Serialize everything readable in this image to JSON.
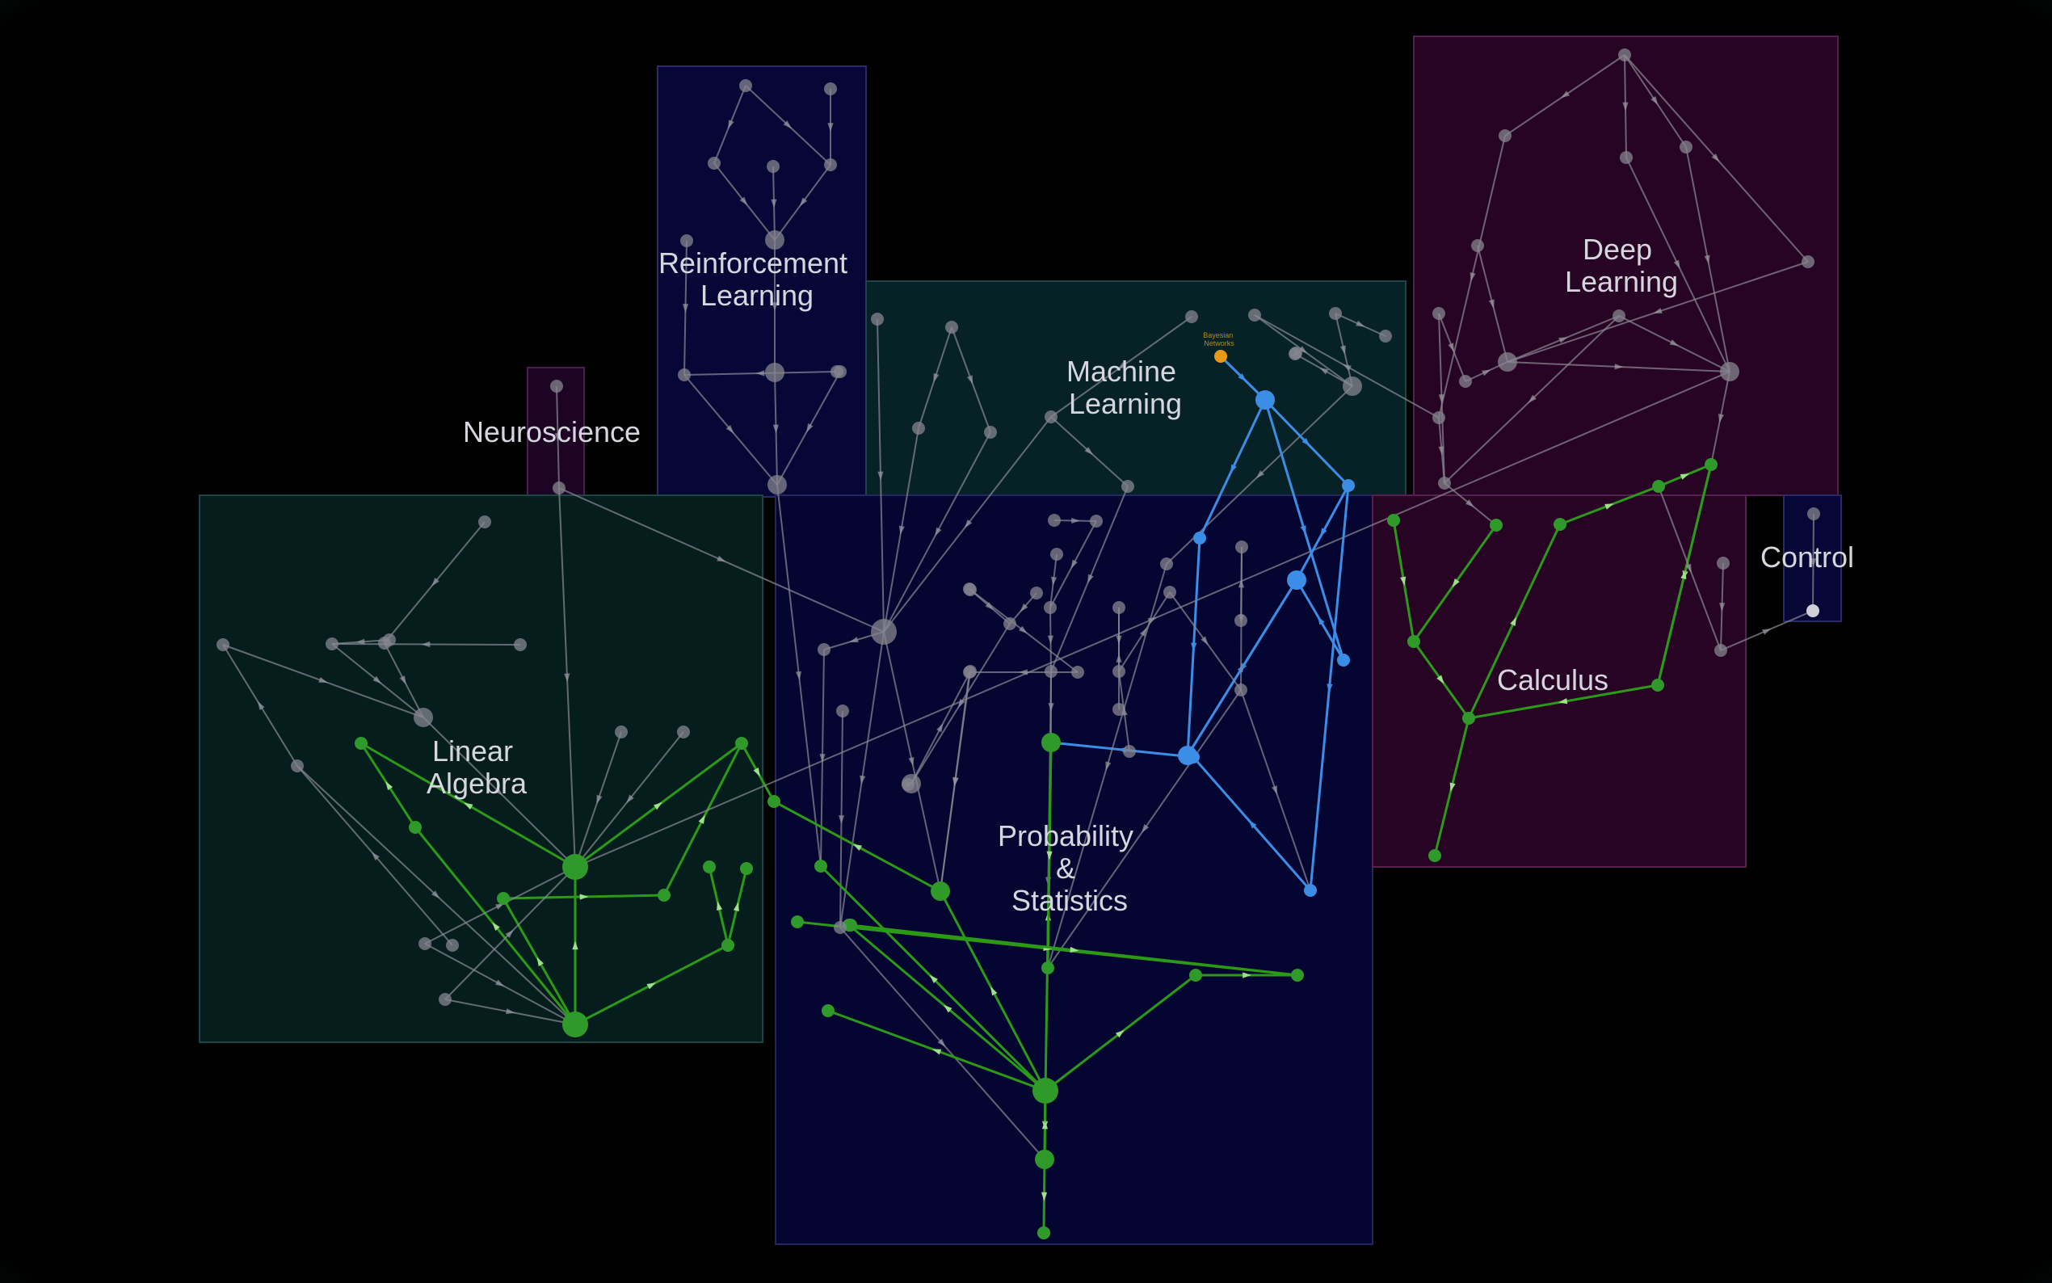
{
  "colors": {
    "background": "#000000",
    "grey_edge": "#8c8c96",
    "grey_node": "#85858f",
    "green": "#2b9a17",
    "green_node": "#2f9a2a",
    "blue": "#3b8de6",
    "orange": "#e79a17"
  },
  "regions": [
    {
      "id": "reinforcement-learning",
      "label": [
        "Reinforcement",
        "Learning"
      ],
      "fill": "#07073a",
      "stroke": "#2a2a6a"
    },
    {
      "id": "machine-learning",
      "label": [
        "Machine",
        "Learning"
      ],
      "fill": "#062429",
      "stroke": "#1d4548"
    },
    {
      "id": "deep-learning",
      "label": [
        "Deep",
        "Learning"
      ],
      "fill": "#2a0426",
      "stroke": "#552050"
    },
    {
      "id": "neuroscience",
      "label": [
        "Neuroscience"
      ],
      "fill": "#1f0427",
      "stroke": "#4a2050"
    },
    {
      "id": "linear-algebra",
      "label": [
        "Linear",
        "Algebra"
      ],
      "fill": "#05201f",
      "stroke": "#1d4545"
    },
    {
      "id": "probability-statistics",
      "label": [
        "Probability",
        "&",
        "Statistics"
      ],
      "fill": "#050534",
      "stroke": "#25255f"
    },
    {
      "id": "calculus",
      "label": [
        "Calculus"
      ],
      "fill": "#2a0426",
      "stroke": "#552050"
    },
    {
      "id": "control",
      "label": [
        "Control"
      ],
      "fill": "#07073a",
      "stroke": "#2a2a6a"
    }
  ],
  "highlight_node_label": [
    "Bayesian",
    "Networks"
  ],
  "graph": {
    "nodes": [
      {
        "id": "la_root",
        "c": "g",
        "s": 3
      },
      {
        "id": "la_hub",
        "c": "g",
        "s": 3
      },
      {
        "id": "la_g1",
        "c": "g"
      },
      {
        "id": "la_g2",
        "c": "g"
      },
      {
        "id": "la_g3",
        "c": "g"
      },
      {
        "id": "la_g4",
        "c": "g"
      },
      {
        "id": "la_g5",
        "c": "g"
      },
      {
        "id": "la_g6",
        "c": "g"
      },
      {
        "id": "la_g7",
        "c": "g"
      },
      {
        "id": "la_g8",
        "c": "g"
      },
      {
        "id": "la_x1",
        "c": "x"
      },
      {
        "id": "la_x2",
        "c": "x"
      },
      {
        "id": "la_x3",
        "c": "x"
      },
      {
        "id": "la_x4",
        "c": "x",
        "s": 2
      },
      {
        "id": "la_x5",
        "c": "x"
      },
      {
        "id": "la_x6",
        "c": "x"
      },
      {
        "id": "la_x7",
        "c": "x"
      },
      {
        "id": "la_x8",
        "c": "x"
      },
      {
        "id": "la_x9",
        "c": "x"
      },
      {
        "id": "la_x10",
        "c": "x"
      },
      {
        "id": "la_x11",
        "c": "x"
      },
      {
        "id": "la_x12",
        "c": "x"
      },
      {
        "id": "la_x13",
        "c": "x"
      },
      {
        "id": "ne_1",
        "c": "x"
      },
      {
        "id": "ne_2",
        "c": "x"
      },
      {
        "id": "rl_1",
        "c": "x"
      },
      {
        "id": "rl_2",
        "c": "x"
      },
      {
        "id": "rl_3",
        "c": "x"
      },
      {
        "id": "rl_4",
        "c": "x"
      },
      {
        "id": "rl_5",
        "c": "x"
      },
      {
        "id": "rl_6",
        "c": "x",
        "s": 2
      },
      {
        "id": "rl_7",
        "c": "x"
      },
      {
        "id": "rl_8",
        "c": "x"
      },
      {
        "id": "rl_9",
        "c": "x",
        "s": 2
      },
      {
        "id": "rl_10",
        "c": "x"
      },
      {
        "id": "rl_11",
        "c": "x"
      },
      {
        "id": "rl_12",
        "c": "x",
        "s": 2
      },
      {
        "id": "ml_1",
        "c": "x"
      },
      {
        "id": "ml_2",
        "c": "x"
      },
      {
        "id": "ml_3",
        "c": "x"
      },
      {
        "id": "ml_4",
        "c": "x"
      },
      {
        "id": "ml_5",
        "c": "x"
      },
      {
        "id": "ml_6",
        "c": "x"
      },
      {
        "id": "ml_7",
        "c": "x"
      },
      {
        "id": "ml_8",
        "c": "x"
      },
      {
        "id": "ml_9",
        "c": "x"
      },
      {
        "id": "ml_10",
        "c": "x",
        "s": 2
      },
      {
        "id": "ml_11",
        "c": "x"
      },
      {
        "id": "ml_12",
        "c": "x"
      },
      {
        "id": "ml_13",
        "c": "x"
      },
      {
        "id": "bayes",
        "c": "o"
      },
      {
        "id": "b_1",
        "c": "b",
        "s": 2
      },
      {
        "id": "b_2",
        "c": "b"
      },
      {
        "id": "b_3",
        "c": "b"
      },
      {
        "id": "b_4",
        "c": "b"
      },
      {
        "id": "b_5",
        "c": "b",
        "s": 2
      },
      {
        "id": "b_6",
        "c": "b"
      },
      {
        "id": "b_7",
        "c": "b",
        "s": 2
      },
      {
        "id": "b_8",
        "c": "b"
      },
      {
        "id": "ps_hub",
        "c": "x",
        "s": 3
      },
      {
        "id": "ps_root",
        "c": "g",
        "s": 3
      },
      {
        "id": "ps_g1",
        "c": "g"
      },
      {
        "id": "ps_g2",
        "c": "g"
      },
      {
        "id": "ps_g3",
        "c": "g",
        "s": 2
      },
      {
        "id": "ps_g4",
        "c": "g",
        "s": 2
      },
      {
        "id": "ps_g5",
        "c": "g"
      },
      {
        "id": "ps_g6",
        "c": "g"
      },
      {
        "id": "ps_g7",
        "c": "g"
      },
      {
        "id": "ps_g8",
        "c": "g",
        "s": 2
      },
      {
        "id": "ps_g9",
        "c": "g"
      },
      {
        "id": "ps_g10",
        "c": "g"
      },
      {
        "id": "ps_g11",
        "c": "g"
      },
      {
        "id": "ps_g12",
        "c": "g"
      },
      {
        "id": "ps_g13",
        "c": "g"
      },
      {
        "id": "ps_g14",
        "c": "g"
      },
      {
        "id": "ps_x1",
        "c": "x"
      },
      {
        "id": "ps_x2",
        "c": "x"
      },
      {
        "id": "ps_x3",
        "c": "x"
      },
      {
        "id": "ps_x4",
        "c": "x",
        "s": 2
      },
      {
        "id": "ps_x5",
        "c": "x"
      },
      {
        "id": "ps_x6",
        "c": "x"
      },
      {
        "id": "ps_x7",
        "c": "x"
      },
      {
        "id": "ps_x8",
        "c": "x"
      },
      {
        "id": "ps_x9",
        "c": "x"
      },
      {
        "id": "ps_x10",
        "c": "x"
      },
      {
        "id": "ps_x11",
        "c": "x"
      },
      {
        "id": "ps_x12",
        "c": "x"
      },
      {
        "id": "ps_x13",
        "c": "x"
      },
      {
        "id": "ps_x14",
        "c": "x"
      },
      {
        "id": "ps_x15",
        "c": "x"
      },
      {
        "id": "ps_x16",
        "c": "x"
      },
      {
        "id": "ps_x17",
        "c": "x"
      },
      {
        "id": "ps_x18",
        "c": "x"
      },
      {
        "id": "ps_x19",
        "c": "x"
      },
      {
        "id": "ps_x20",
        "c": "x"
      },
      {
        "id": "ps_x21",
        "c": "x"
      },
      {
        "id": "ps_x22",
        "c": "x"
      },
      {
        "id": "ps_x23",
        "c": "x"
      },
      {
        "id": "ps_x24",
        "c": "x"
      },
      {
        "id": "ps_x25",
        "c": "x"
      },
      {
        "id": "ps_x26",
        "c": "x"
      },
      {
        "id": "dl_1",
        "c": "x"
      },
      {
        "id": "dl_2",
        "c": "x"
      },
      {
        "id": "dl_3",
        "c": "x"
      },
      {
        "id": "dl_4",
        "c": "x"
      },
      {
        "id": "dl_5",
        "c": "x"
      },
      {
        "id": "dl_6",
        "c": "x"
      },
      {
        "id": "dl_7",
        "c": "x"
      },
      {
        "id": "dl_8",
        "c": "x"
      },
      {
        "id": "dl_9",
        "c": "x",
        "s": 2
      },
      {
        "id": "dl_10",
        "c": "x"
      },
      {
        "id": "dl_11",
        "c": "x",
        "s": 2
      },
      {
        "id": "dl_12",
        "c": "x"
      },
      {
        "id": "dl_13",
        "c": "x"
      },
      {
        "id": "ca_1",
        "c": "g"
      },
      {
        "id": "ca_2",
        "c": "g"
      },
      {
        "id": "ca_3",
        "c": "g"
      },
      {
        "id": "ca_4",
        "c": "g"
      },
      {
        "id": "ca_5",
        "c": "g"
      },
      {
        "id": "ca_6",
        "c": "g"
      },
      {
        "id": "ca_7",
        "c": "g"
      },
      {
        "id": "ca_8",
        "c": "g"
      },
      {
        "id": "ca_9",
        "c": "g"
      },
      {
        "id": "ca_x1",
        "c": "x"
      },
      {
        "id": "ca_x2",
        "c": "x"
      },
      {
        "id": "co_1",
        "c": "x"
      },
      {
        "id": "co_2",
        "c": "w"
      }
    ],
    "edges": [
      [
        "la_root",
        "la_hub",
        "g"
      ],
      [
        "la_root",
        "la_g2",
        "g"
      ],
      [
        "la_g2",
        "la_g1",
        "g"
      ],
      [
        "la_root",
        "la_g3",
        "g"
      ],
      [
        "la_g3",
        "la_g4",
        "g"
      ],
      [
        "la_g4",
        "la_g5",
        "g"
      ],
      [
        "la_root",
        "la_g6",
        "g"
      ],
      [
        "la_g6",
        "la_g7",
        "g"
      ],
      [
        "la_g6",
        "la_g8",
        "g"
      ],
      [
        "la_hub",
        "la_g1",
        "g"
      ],
      [
        "la_hub",
        "la_g5",
        "g"
      ],
      [
        "la_g5",
        "ps_g2",
        "g"
      ],
      [
        "la_x5",
        "la_hub",
        "x"
      ],
      [
        "la_x6",
        "la_hub",
        "x"
      ],
      [
        "la_x11",
        "la_hub",
        "x"
      ],
      [
        "la_x12",
        "la_hub",
        "x"
      ],
      [
        "ne_2",
        "la_hub",
        "x"
      ],
      [
        "la_x7",
        "la_x4",
        "x"
      ],
      [
        "la_x8",
        "la_x4",
        "x"
      ],
      [
        "la_x4",
        "la_hub",
        "x"
      ],
      [
        "la_x1",
        "la_x4",
        "x"
      ],
      [
        "la_x2",
        "la_x1",
        "x"
      ],
      [
        "la_x3",
        "la_x8",
        "x"
      ],
      [
        "la_x9",
        "la_x8",
        "x"
      ],
      [
        "la_x10",
        "la_x7",
        "x"
      ],
      [
        "la_x13",
        "la_x10",
        "x"
      ],
      [
        "la_x10",
        "la_root",
        "x"
      ],
      [
        "la_x5",
        "la_root",
        "x"
      ],
      [
        "la_x6",
        "la_root",
        "x"
      ],
      [
        "ne_1",
        "ne_2",
        "x"
      ],
      [
        "ne_2",
        "ps_hub",
        "x"
      ],
      [
        "la_hub",
        "dl_11",
        "x"
      ],
      [
        "rl_1",
        "rl_3",
        "x"
      ],
      [
        "rl_2",
        "rl_4",
        "x"
      ],
      [
        "rl_1",
        "rl_4",
        "x"
      ],
      [
        "rl_3",
        "rl_6",
        "x"
      ],
      [
        "rl_4",
        "rl_6",
        "x"
      ],
      [
        "rl_5",
        "rl_6",
        "x"
      ],
      [
        "rl_6",
        "rl_9",
        "x"
      ],
      [
        "rl_9",
        "rl_12",
        "x"
      ],
      [
        "rl_7",
        "rl_10",
        "x"
      ],
      [
        "rl_10",
        "rl_12",
        "x"
      ],
      [
        "rl_8",
        "rl_10",
        "x"
      ],
      [
        "rl_11",
        "rl_12",
        "x"
      ],
      [
        "rl_12",
        "ps_g1",
        "x"
      ],
      [
        "ml_1",
        "ps_hub",
        "x"
      ],
      [
        "ml_2",
        "ml_3",
        "x"
      ],
      [
        "ml_3",
        "ps_hub",
        "x"
      ],
      [
        "ml_2",
        "ml_4",
        "x"
      ],
      [
        "ml_4",
        "ps_hub",
        "x"
      ],
      [
        "ml_5",
        "ps_hub",
        "x"
      ],
      [
        "ml_6",
        "ml_5",
        "x"
      ],
      [
        "ml_5",
        "ml_7",
        "x"
      ],
      [
        "ml_7",
        "ps_x14",
        "x"
      ],
      [
        "ml_8",
        "ml_9",
        "x"
      ],
      [
        "ml_8",
        "ml_10",
        "x"
      ],
      [
        "ml_10",
        "ml_11",
        "x"
      ],
      [
        "ml_12",
        "ml_10",
        "x"
      ],
      [
        "ml_13",
        "ml_11",
        "x"
      ],
      [
        "ml_10",
        "ps_x23",
        "x"
      ],
      [
        "bayes",
        "b_1",
        "b"
      ],
      [
        "b_1",
        "b_2",
        "b"
      ],
      [
        "b_1",
        "b_6",
        "b"
      ],
      [
        "b_1",
        "b_4",
        "b"
      ],
      [
        "b_4",
        "b_5",
        "b"
      ],
      [
        "b_4",
        "b_8",
        "b"
      ],
      [
        "b_8",
        "b_3",
        "b"
      ],
      [
        "b_2",
        "b_7",
        "b"
      ],
      [
        "b_7",
        "b_3",
        "b"
      ],
      [
        "b_6",
        "b_5",
        "b"
      ],
      [
        "b_5",
        "b_7",
        "b"
      ],
      [
        "b_3",
        "ps_g4",
        "b"
      ],
      [
        "b_7",
        "b_5",
        "b"
      ],
      [
        "ps_hub",
        "ps_g3",
        "x"
      ],
      [
        "ps_hub",
        "ps_x1",
        "x"
      ],
      [
        "ps_hub",
        "ps_x5",
        "x"
      ],
      [
        "ps_x5",
        "ps_g8",
        "x"
      ],
      [
        "ps_x2",
        "ps_x5",
        "x"
      ],
      [
        "ps_x1",
        "ps_g1",
        "x"
      ],
      [
        "ps_x3",
        "ps_x4",
        "x"
      ],
      [
        "ps_x6",
        "ps_x7",
        "x"
      ],
      [
        "ps_x8",
        "ps_x7",
        "x"
      ],
      [
        "ps_x7",
        "ps_x4",
        "x"
      ],
      [
        "ps_x4",
        "ps_x11",
        "x"
      ],
      [
        "ps_x11",
        "ps_g3",
        "x"
      ],
      [
        "ps_x9",
        "ps_x10",
        "x"
      ],
      [
        "ps_x10",
        "ps_x13",
        "x"
      ],
      [
        "ps_x12",
        "ps_x13",
        "x"
      ],
      [
        "ps_x13",
        "ps_x14",
        "x"
      ],
      [
        "ps_x14",
        "ps_g4",
        "x"
      ],
      [
        "ps_x15",
        "ps_x16",
        "x"
      ],
      [
        "ps_x16",
        "ps_x17",
        "x"
      ],
      [
        "ps_x17",
        "ps_x19",
        "x"
      ],
      [
        "ps_x18",
        "ps_x17",
        "x"
      ],
      [
        "ps_x19",
        "ps_x22",
        "x"
      ],
      [
        "ps_x21",
        "ps_x20",
        "x"
      ],
      [
        "ps_x20",
        "ps_x22",
        "x"
      ],
      [
        "ps_x22",
        "ps_g5",
        "x"
      ],
      [
        "ps_x22",
        "b_8",
        "x"
      ],
      [
        "ps_x24",
        "ps_x25",
        "x"
      ],
      [
        "ps_x25",
        "ps_x26",
        "x"
      ],
      [
        "ps_x26",
        "ps_g3",
        "x"
      ],
      [
        "ps_x23",
        "ps_g5",
        "x"
      ],
      [
        "ps_x14",
        "ps_root",
        "x"
      ],
      [
        "ps_root",
        "ps_g1",
        "g"
      ],
      [
        "ps_root",
        "ps_g3",
        "g"
      ],
      [
        "ps_root",
        "ps_g4",
        "g"
      ],
      [
        "ps_g4",
        "ps_g5",
        "g"
      ],
      [
        "ps_root",
        "ps_g6",
        "g"
      ],
      [
        "ps_root",
        "ps_g7",
        "g"
      ],
      [
        "ps_root",
        "ps_g11",
        "g"
      ],
      [
        "ps_g11",
        "ps_g12",
        "g"
      ],
      [
        "ps_root",
        "ps_g8",
        "g"
      ],
      [
        "ps_g8",
        "ps_g9",
        "g"
      ],
      [
        "ps_g9",
        "ps_g10",
        "g"
      ],
      [
        "ps_g3",
        "ps_g2",
        "g"
      ],
      [
        "ps_g13",
        "ps_g12",
        "g"
      ],
      [
        "ps_g14",
        "ps_g12",
        "g"
      ],
      [
        "ps_g8",
        "ps_root",
        "g"
      ],
      [
        "dl_1",
        "dl_2",
        "x"
      ],
      [
        "dl_2",
        "dl_10",
        "x"
      ],
      [
        "dl_1",
        "dl_3",
        "x"
      ],
      [
        "dl_3",
        "dl_11",
        "x"
      ],
      [
        "dl_1",
        "dl_4",
        "x"
      ],
      [
        "dl_4",
        "dl_11",
        "x"
      ],
      [
        "dl_1",
        "dl_6",
        "x"
      ],
      [
        "dl_6",
        "dl_9",
        "x"
      ],
      [
        "dl_5",
        "dl_9",
        "x"
      ],
      [
        "dl_7",
        "dl_8",
        "x"
      ],
      [
        "dl_8",
        "dl_9",
        "x"
      ],
      [
        "dl_9",
        "dl_11",
        "x"
      ],
      [
        "dl_9",
        "dl_12",
        "x"
      ],
      [
        "dl_12",
        "dl_11",
        "x"
      ],
      [
        "dl_10",
        "dl_13",
        "x"
      ],
      [
        "dl_13",
        "ca_3",
        "x"
      ],
      [
        "dl_11",
        "ca_9",
        "x"
      ],
      [
        "dl_12",
        "dl_13",
        "x"
      ],
      [
        "dl_10",
        "ml_12",
        "x"
      ],
      [
        "dl_7",
        "dl_13",
        "x"
      ],
      [
        "ca_1",
        "ca_2",
        "g"
      ],
      [
        "ca_3",
        "ca_2",
        "g"
      ],
      [
        "ca_2",
        "ca_4",
        "g"
      ],
      [
        "ca_4",
        "ca_5",
        "g"
      ],
      [
        "ca_6",
        "ca_4",
        "g"
      ],
      [
        "ca_4",
        "ca_7",
        "g"
      ],
      [
        "ca_7",
        "ca_8",
        "g"
      ],
      [
        "ca_8",
        "ca_9",
        "g"
      ],
      [
        "ca_9",
        "ca_6",
        "g"
      ],
      [
        "ca_6",
        "ca_9",
        "g"
      ],
      [
        "ca_x1",
        "ca_x2",
        "x"
      ],
      [
        "ca_8",
        "ca_x2",
        "x"
      ],
      [
        "ca_x2",
        "co_2",
        "x"
      ],
      [
        "co_1",
        "co_2",
        "x"
      ]
    ]
  }
}
